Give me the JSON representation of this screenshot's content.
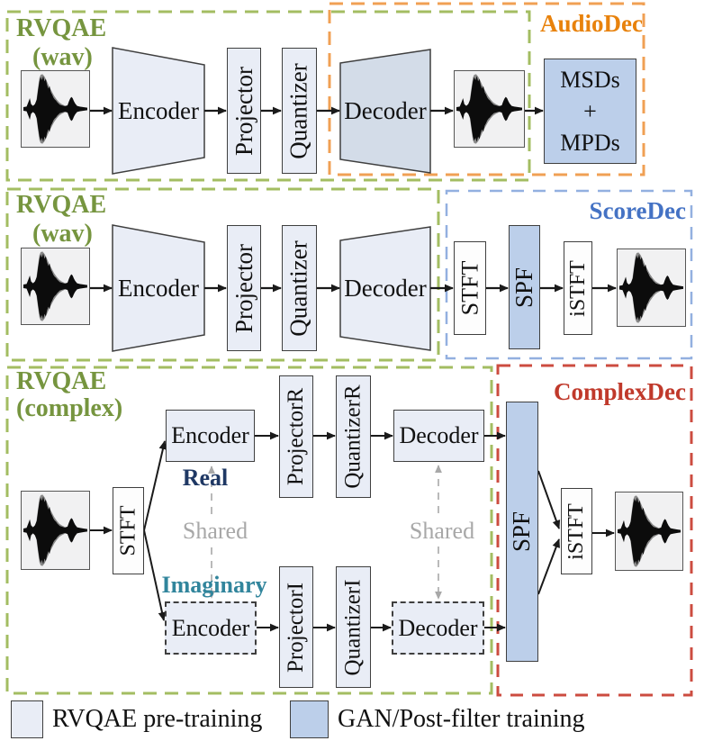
{
  "colors": {
    "pretrain_fill": "#e9edf6",
    "gan_fill": "#bccfea",
    "audiodec_decoder_fill": "#d3dce8",
    "box_border": "#3f3f3f",
    "arrow": "#1a1a1a",
    "green_dash": "#a3bd62",
    "green_text": "#76953f",
    "orange_dash": "#f0a054",
    "orange_text": "#e8820c",
    "blue_dash": "#93b0e0",
    "blue_text": "#4472c4",
    "red_dash": "#cc4c40",
    "red_text": "#c0392b",
    "navy_text": "#1f3864",
    "teal_text": "#31859c",
    "gray_text": "#a8a8a8"
  },
  "row1": {
    "tag": [
      "RVQAE",
      "(wav)"
    ],
    "region": "AudioDec",
    "encoder": "Encoder",
    "projector": "Projector",
    "quantizer": "Quantizer",
    "decoder": "Decoder",
    "disc": [
      "MSDs",
      "+",
      "MPDs"
    ]
  },
  "row2": {
    "tag": [
      "RVQAE",
      "(wav)"
    ],
    "region": "ScoreDec",
    "encoder": "Encoder",
    "projector": "Projector",
    "quantizer": "Quantizer",
    "decoder": "Decoder",
    "stft": "STFT",
    "spf": "SPF",
    "istft": "iSTFT"
  },
  "row3": {
    "tag": [
      "RVQAE",
      "(complex)"
    ],
    "region": "ComplexDec",
    "stft": "STFT",
    "real_branch": "Real",
    "imaginary_branch": "Imaginary",
    "shared_encoders": "Shared",
    "shared_decoders": "Shared",
    "encoder_real": "Encoder",
    "projector_real": "ProjectorR",
    "quantizer_real": "QuantizerR",
    "decoder_real": "Decoder",
    "encoder_imag": "Encoder",
    "projector_imag": "ProjectorI",
    "quantizer_imag": "QuantizerI",
    "decoder_imag": "Decoder",
    "spf": "SPF",
    "istft": "iSTFT"
  },
  "legend": {
    "pretrain": "RVQAE pre-training",
    "gan": "GAN/Post-filter training"
  }
}
